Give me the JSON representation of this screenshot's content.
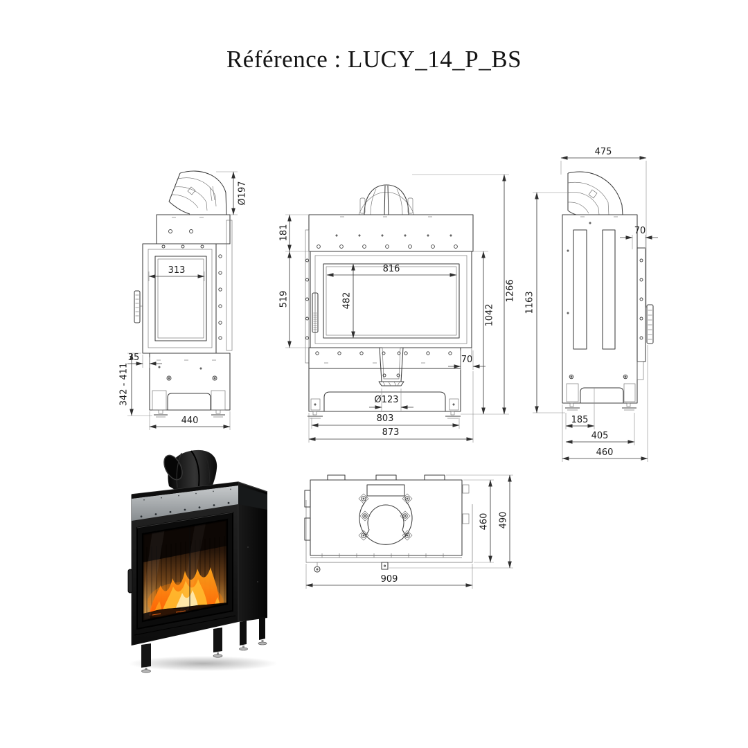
{
  "page": {
    "title": "Référence : LUCY_14_P_BS",
    "background": "#ffffff"
  },
  "drawing": {
    "line_color": "#3c3c3c",
    "text_color": "#1c1c1c",
    "views": {
      "side": {
        "dims": {
          "flue_diameter": "Ø197",
          "glass_width": "313",
          "front_offset": "35",
          "adjustable_height": "342 - 411",
          "depth": "440"
        }
      },
      "front": {
        "dims": {
          "top_band_height": "181",
          "door_height": "519",
          "glass_width": "816",
          "glass_height": "482",
          "body_height": "1042",
          "total_height": "1266",
          "side_offset": "70",
          "outlet_diameter": "Ø123",
          "feet_span": "803",
          "total_width": "873"
        }
      },
      "back": {
        "dims": {
          "top_depth": "475",
          "flange_offset": "70",
          "body_height": "1163",
          "foot_to_center": "185",
          "feet_span": "405",
          "total_depth": "460"
        }
      },
      "plan": {
        "dims": {
          "body_depth": "460",
          "total_depth": "490",
          "total_width": "909"
        }
      }
    }
  },
  "photo": {
    "subject": "LUCY 14 P BS steel fireplace insert with burning fire",
    "colors": {
      "body": "#141414",
      "steel_band": "#a9adb0",
      "flame": "#ff9e1b",
      "flame_core": "#ffe9ad"
    }
  }
}
